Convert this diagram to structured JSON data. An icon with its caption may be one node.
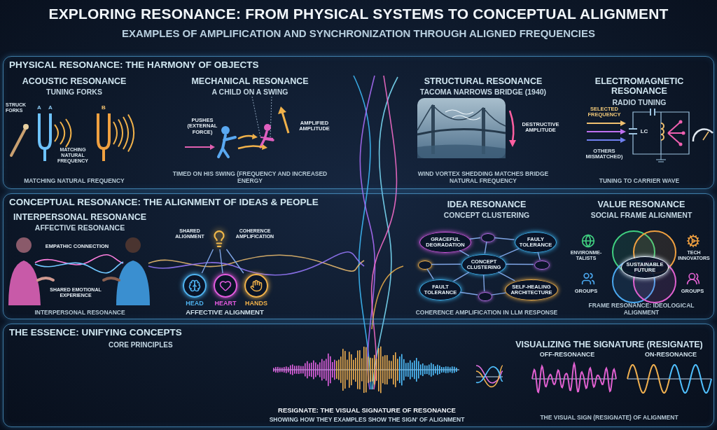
{
  "diagram": {
    "title": "EXPLORING RESONANCE: FROM PHYSICAL SYSTEMS TO CONCEPTUAL ALIGNMENT",
    "nodes": [
      {
        "text": [
          "PHYSICAL RESONANCE: THE HARMONY OF OBJECTS"
        ]
      },
      {
        "text": [
          "ACOUSTIC RESONANCE",
          "TUNING FORKS",
          "MATCHING NATURAL FREQUENCY"
        ],
        "in": 0
      },
      {
        "text": [
          "MECHANICAL RESONANCE",
          "A CHILD ON A SWING",
          "TIMED ON HIS SWING (FREQUENCY AND INCREASED ENERGY"
        ],
        "in": 0
      },
      {
        "text": [
          "STRUCTURAL RESONANCE",
          "TACOMA NARROWS BRIDGE (1940)",
          "WIND VORTEX SHEDDING MATCHES BRIDGE NATURAL FREQUENCY"
        ],
        "in": 0
      },
      {
        "text": [
          "ELECTROMAGNETIC RESONANCE",
          "RADIO TUNING",
          "TUNING TO CARRIER WAVE"
        ],
        "in": 0
      },
      {
        "text": [
          "CONCEPTUAL RESONANCE: THE ALIGNMENT OF IDEAS & PEOPLE"
        ]
      },
      {
        "text": [
          "INTERPERSONAL RESONANCE",
          "AFFECTIVE RESONANCE",
          "INTERPERSONAL RESONANCE"
        ],
        "in": 5
      },
      {
        "text": [],
        "shape": "picture",
        "in": 5
      },
      {
        "text": [
          "HEAD"
        ],
        "in": 5
      },
      {
        "text": [
          "HEART"
        ],
        "in": 5
      },
      {
        "text": [
          "HANDS"
        ],
        "in": 5
      },
      {
        "text": [
          "IDEA RESONANCE",
          "CONCEPT CLUSTERING",
          "COHERENCE AMPLIFICATION IN LLM RESPONSE"
        ],
        "in": 5
      },
      {
        "text": [
          "GRACEFUL DEGRADATION"
        ],
        "in": 11
      },
      {
        "text": [
          "FAULY TOLERANCE"
        ],
        "in": 11
      },
      {
        "text": [
          "CONCEPT CLUSTERING"
        ],
        "in": 11
      },
      {
        "text": [
          "FAULT TOLERANCE"
        ],
        "in": 11
      },
      {
        "text": [
          "SELF-HEALING ARCHITECTURE"
        ],
        "in": 11
      },
      {
        "text": [],
        "shape": "circle",
        "in": 11
      },
      {
        "text": [],
        "shape": "circle",
        "in": 11
      },
      {
        "text": [],
        "shape": "circle",
        "in": 11
      },
      {
        "text": [],
        "shape": "circle",
        "in": 11
      },
      {
        "text": [
          "VALUE RESONANCE",
          "SOCIAL FRAME ALIGNMENT",
          "FRAME RESONANCE: IDEOLOGICAL ALIGNMENT"
        ],
        "in": 5
      },
      {
        "text": [
          "SUSTAINABLE FUTURE"
        ],
        "in": 21
      },
      {
        "text": [
          "THE ESSENCE: UNIFYING CONCEPTS",
          "CORE PRINCIPLES"
        ]
      },
      {
        "text": [
          "RESIGNATE: THE VISUAL SIGNATURE OF RESONANCE",
          "SHOWING HOW THEY EXAMPLES SHOW THE SIGN' OF ALIGNMENT"
        ],
        "in": 23
      },
      {
        "text": [
          "VISUALIZING THE SIGNATURE (RESIGNATE)",
          "THE VISUAL SIGN (RESIGNATE) OF ALIGNMENT"
        ],
        "in": 23
      }
    ],
    "edges": [
      {
        "from": 7,
        "to": 8,
        "arrow": "none"
      },
      {
        "from": 7,
        "to": 9,
        "arrow": "none"
      },
      {
        "from": 7,
        "to": 10,
        "arrow": "none"
      },
      {
        "from": 14,
        "to": 12,
        "arrow": "none"
      },
      {
        "from": 14,
        "to": 13,
        "arrow": "none"
      },
      {
        "from": 14,
        "to": 15,
        "arrow": "none"
      },
      {
        "from": 14,
        "to": 16,
        "arrow": "none"
      },
      {
        "from": 12,
        "to": 17,
        "arrow": "none"
      },
      {
        "from": 17,
        "to": 13,
        "arrow": "none"
      },
      {
        "from": 17,
        "to": 14,
        "arrow": "none"
      },
      {
        "from": 14,
        "to": 18,
        "arrow": "none"
      },
      {
        "from": 18,
        "to": 15,
        "arrow": "none"
      },
      {
        "from": 14,
        "to": 19,
        "arrow": "none"
      },
      {
        "from": 13,
        "to": 19,
        "arrow": "none"
      },
      {
        "from": 15,
        "to": 20,
        "arrow": "none"
      },
      {
        "from": 20,
        "to": 16,
        "arrow": "none"
      },
      {
        "from": 20,
        "to": 14,
        "arrow": "none"
      }
    ],
    "labels": [
      "EXAMPLES OF AMPLIFICATION AND SYNCHRONIZATION THROUGH ALIGNED FREQUENCIES",
      "STRUCK FORKS",
      "A",
      "A",
      "B",
      "MATCHING NATURAL FREQUENCY",
      "PUSHES (EXTERNAL FORCE)",
      "AMPLIFIED AMPLITUDE",
      "DESTRUCTIVE AMPLITUDE",
      "SELECTED FREQUENCY",
      "LC",
      "OTHERS MISMATCHED)",
      "EMPATHIC CONNECTION",
      "SHARED EMOTIONAL EXPERIENCE",
      "SHARED ALIGNMENT",
      "COHERENCE AMPLIFICATION",
      "AFFECTIVE ALIGNMENT",
      "ENVIRONME-TALISTS",
      "GROUPS",
      "TECH INNOVATORS",
      "GROUPS",
      "OFF-RESONANCE",
      "ON-RESONANCE"
    ]
  }
}
